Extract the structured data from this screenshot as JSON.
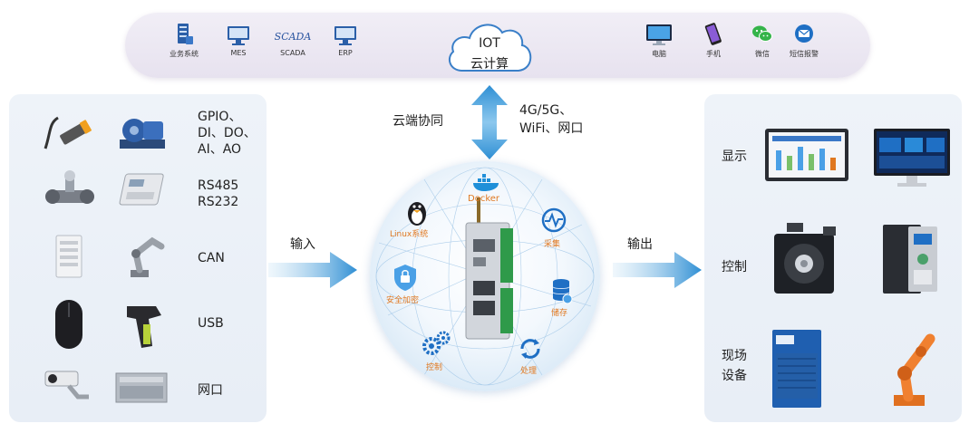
{
  "top": {
    "items": [
      {
        "label": "业务系统",
        "icon": "server-icon"
      },
      {
        "label": "MES",
        "icon": "monitor-icon"
      },
      {
        "label": "SCADA",
        "icon": "scada-wordmark"
      },
      {
        "label": "ERP",
        "icon": "monitor-icon"
      },
      {
        "label": "电脑",
        "icon": "computer-icon"
      },
      {
        "label": "手机",
        "icon": "phone-icon"
      },
      {
        "label": "微信",
        "icon": "wechat-icon"
      },
      {
        "label": "短信报警",
        "icon": "sms-icon"
      }
    ],
    "scada_word": "SCADA",
    "cloud_line1": "IOT",
    "cloud_line2": "云计算"
  },
  "middle": {
    "cloud_sync": "云端协同",
    "network_line1": "4G/5G、",
    "network_line2": "WiFi、网口",
    "input": "输入",
    "output": "输出"
  },
  "left": {
    "labels": [
      {
        "lines": [
          "GPIO、",
          "DI、DO、",
          "AI、AO"
        ]
      },
      {
        "lines": [
          "RS485",
          "RS232"
        ]
      },
      {
        "lines": [
          "CAN"
        ]
      },
      {
        "lines": [
          "USB"
        ]
      },
      {
        "lines": [
          "网口"
        ]
      }
    ]
  },
  "right": {
    "labels": [
      {
        "lines": [
          "显示"
        ]
      },
      {
        "lines": [
          "控制"
        ]
      },
      {
        "lines": [
          "现场",
          "设备"
        ]
      }
    ]
  },
  "globe": {
    "linux": "Linux系统",
    "docker": "Docker",
    "collect": "采集",
    "security": "安全加密",
    "storage": "储存",
    "control": "控制",
    "process": "处理"
  },
  "colors": {
    "accent_orange": "#e07820",
    "arrow_blue": "#3a9ad6",
    "cloud_stroke": "#3a7fc8",
    "panel_bg": "#eef3f9"
  }
}
